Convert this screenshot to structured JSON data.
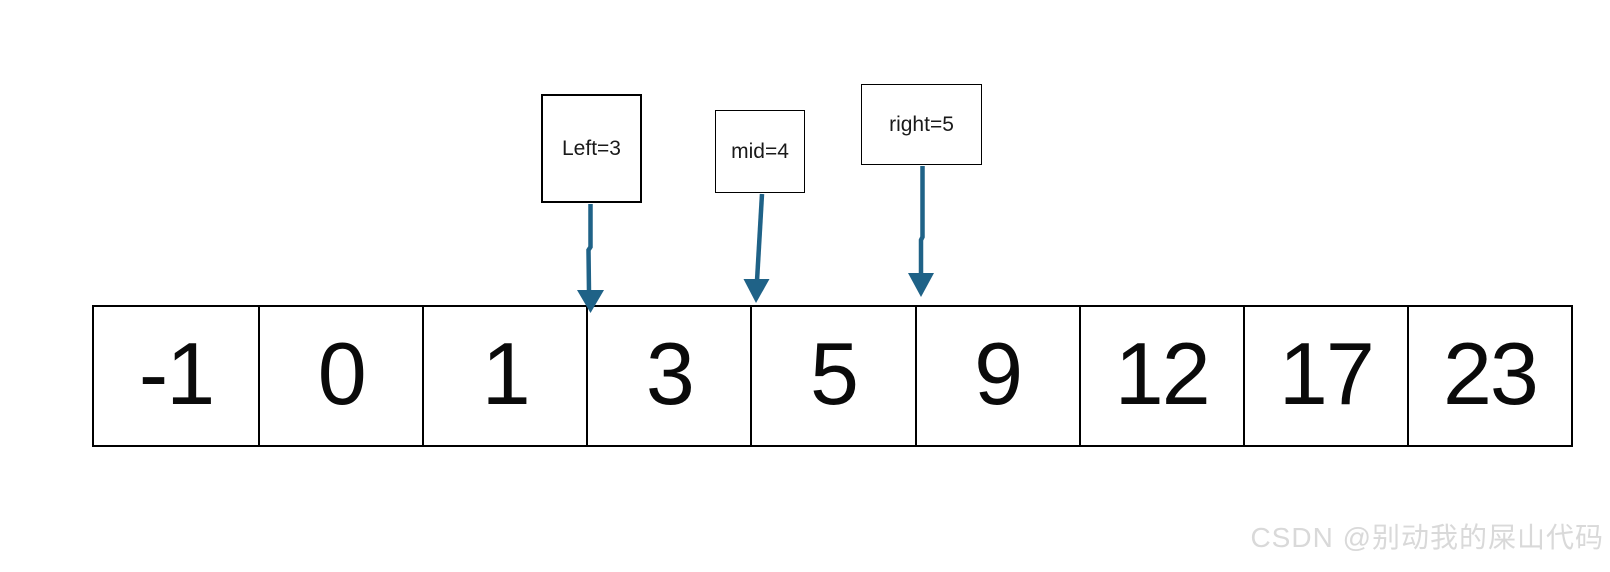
{
  "array": {
    "values": [
      "-1",
      "0",
      "1",
      "3",
      "5",
      "9",
      "12",
      "17",
      "23"
    ]
  },
  "pointers": [
    {
      "name": "left",
      "label": "Left=3",
      "points_to_index": 3
    },
    {
      "name": "mid",
      "label": "mid=4",
      "points_to_index": 4
    },
    {
      "name": "right",
      "label": "right=5",
      "points_to_index": 5
    }
  ],
  "watermark": {
    "text": "CSDN @别动我的屎山代码"
  },
  "colors": {
    "arrow": "#1F6287",
    "border": "#000000",
    "number_text": "#0A0A0A",
    "watermark_text": "#D9D9D9",
    "background": "#FFFFFF"
  }
}
